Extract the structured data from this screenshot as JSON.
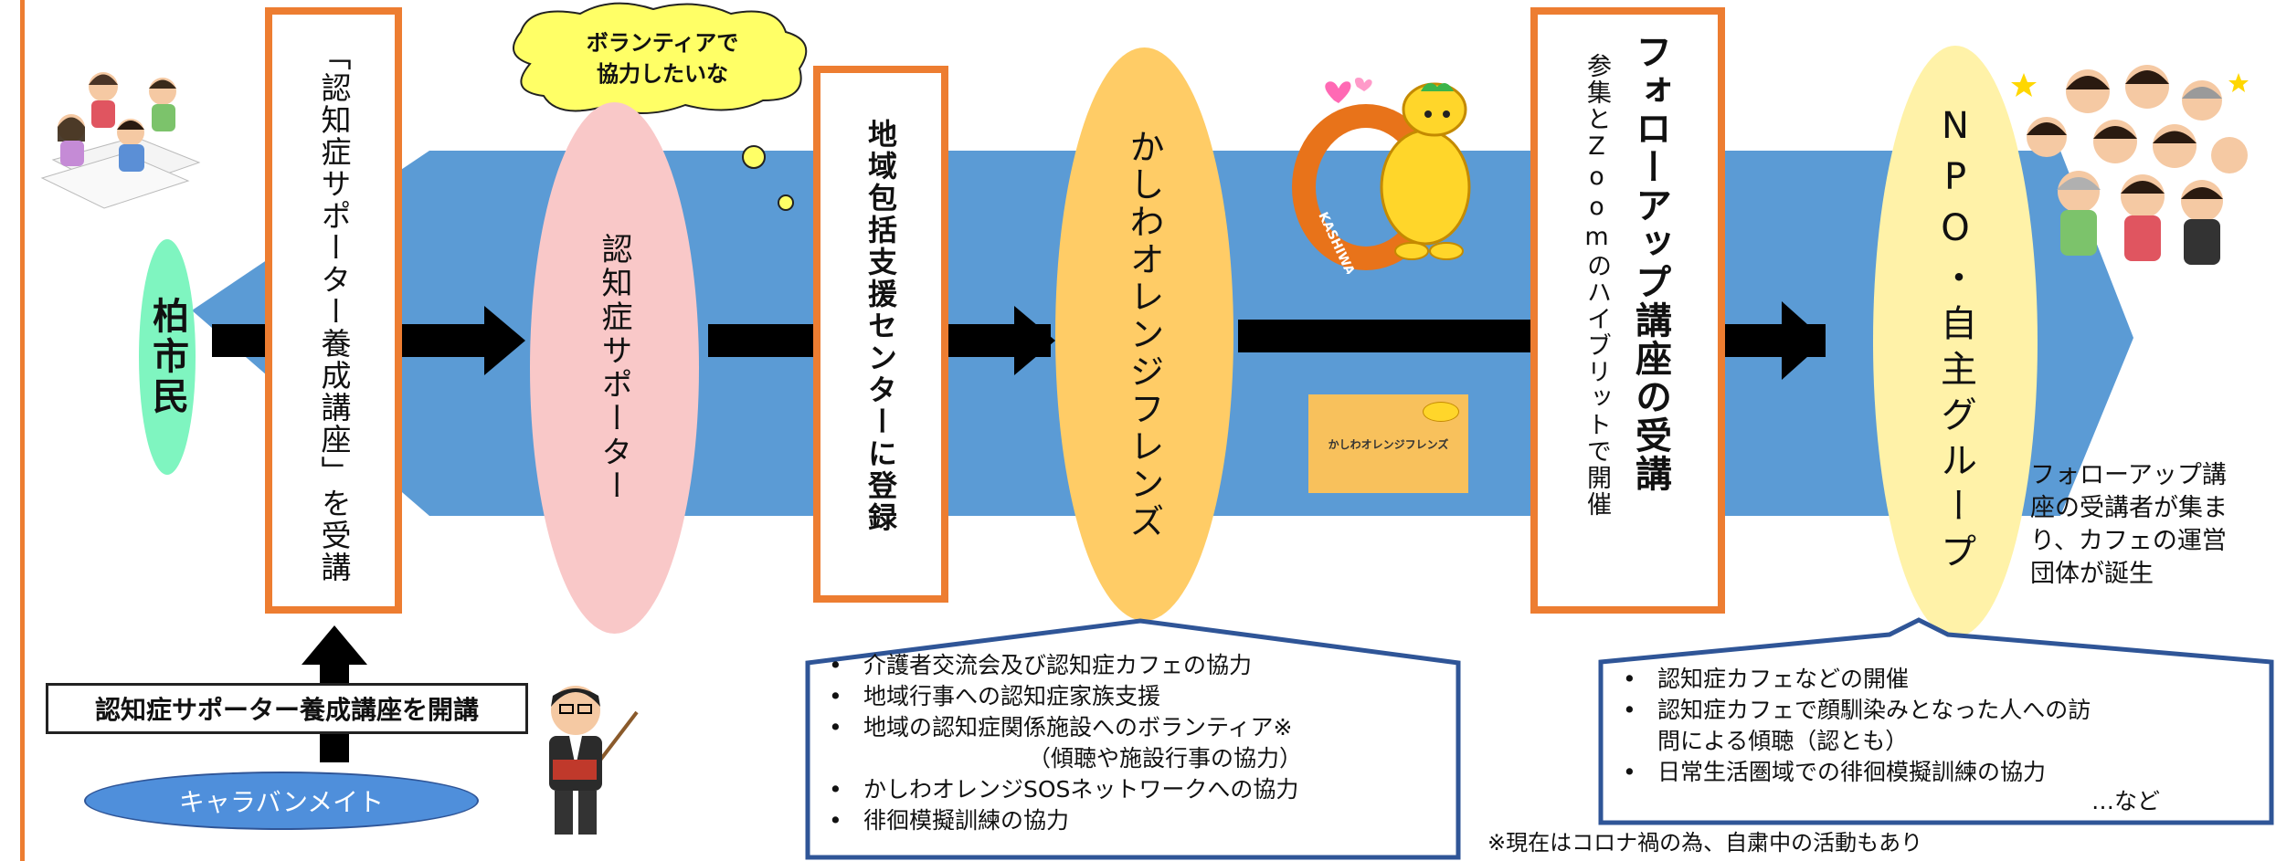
{
  "flow": {
    "citizen": "柏市民",
    "course": "「認知症サポーター養成講座」を受講",
    "supporter": "認知症サポーター",
    "register": "地域包括支援センターに登録",
    "friends": "かしわオレンジフレンズ",
    "followup_title": "フォローアップ講座の受講",
    "followup_sub": "参集とZoomのハイブリットで開催",
    "npo": "NPO・自主グループ"
  },
  "bubble": {
    "line1": "ボランティアで",
    "line2": "協力したいな"
  },
  "caravan": {
    "open_course": "認知症サポーター養成講座を開講",
    "mate": "キャラバンメイト"
  },
  "mascot": {
    "sash_text": "KASHIWA",
    "logo_text": "かしわオレンジフレンズ"
  },
  "friends_activities": {
    "items": [
      "介護者交流会及び認知症カフェの協力",
      "地域行事への認知症家族支援",
      "地域の認知症関係施設へのボランティア※",
      "かしわオレンジSOSネットワークへの協力",
      "徘徊模擬訓練の協力"
    ],
    "sub_note": "（傾聴や施設行事の協力）"
  },
  "npo_note": {
    "line1": "フォローアップ講",
    "line2": "座の受講者が集ま",
    "line3": "り、カフェの運営",
    "line4": "団体が誕生"
  },
  "npo_activities": {
    "items": [
      "認知症カフェなどの開催",
      "認知症カフェで顔馴染みとなった人への訪",
      "日常生活圏域での徘徊模擬訓練の協力"
    ],
    "continuation": "問による傾聴（認とも）",
    "etc": "…など"
  },
  "footnote": "※現在はコロナ禍の為、自粛中の活動もあり",
  "colors": {
    "big_arrow": "#5b9bd5",
    "orange_border": "#ed7d31",
    "navy_border": "#2f5597",
    "green": "#7ff5c0",
    "pink": "#f9c8c8",
    "gold": "#ffcc66",
    "cream": "#fff2a8",
    "bubble": "#ffff66",
    "caravan": "#4f8fdb"
  }
}
